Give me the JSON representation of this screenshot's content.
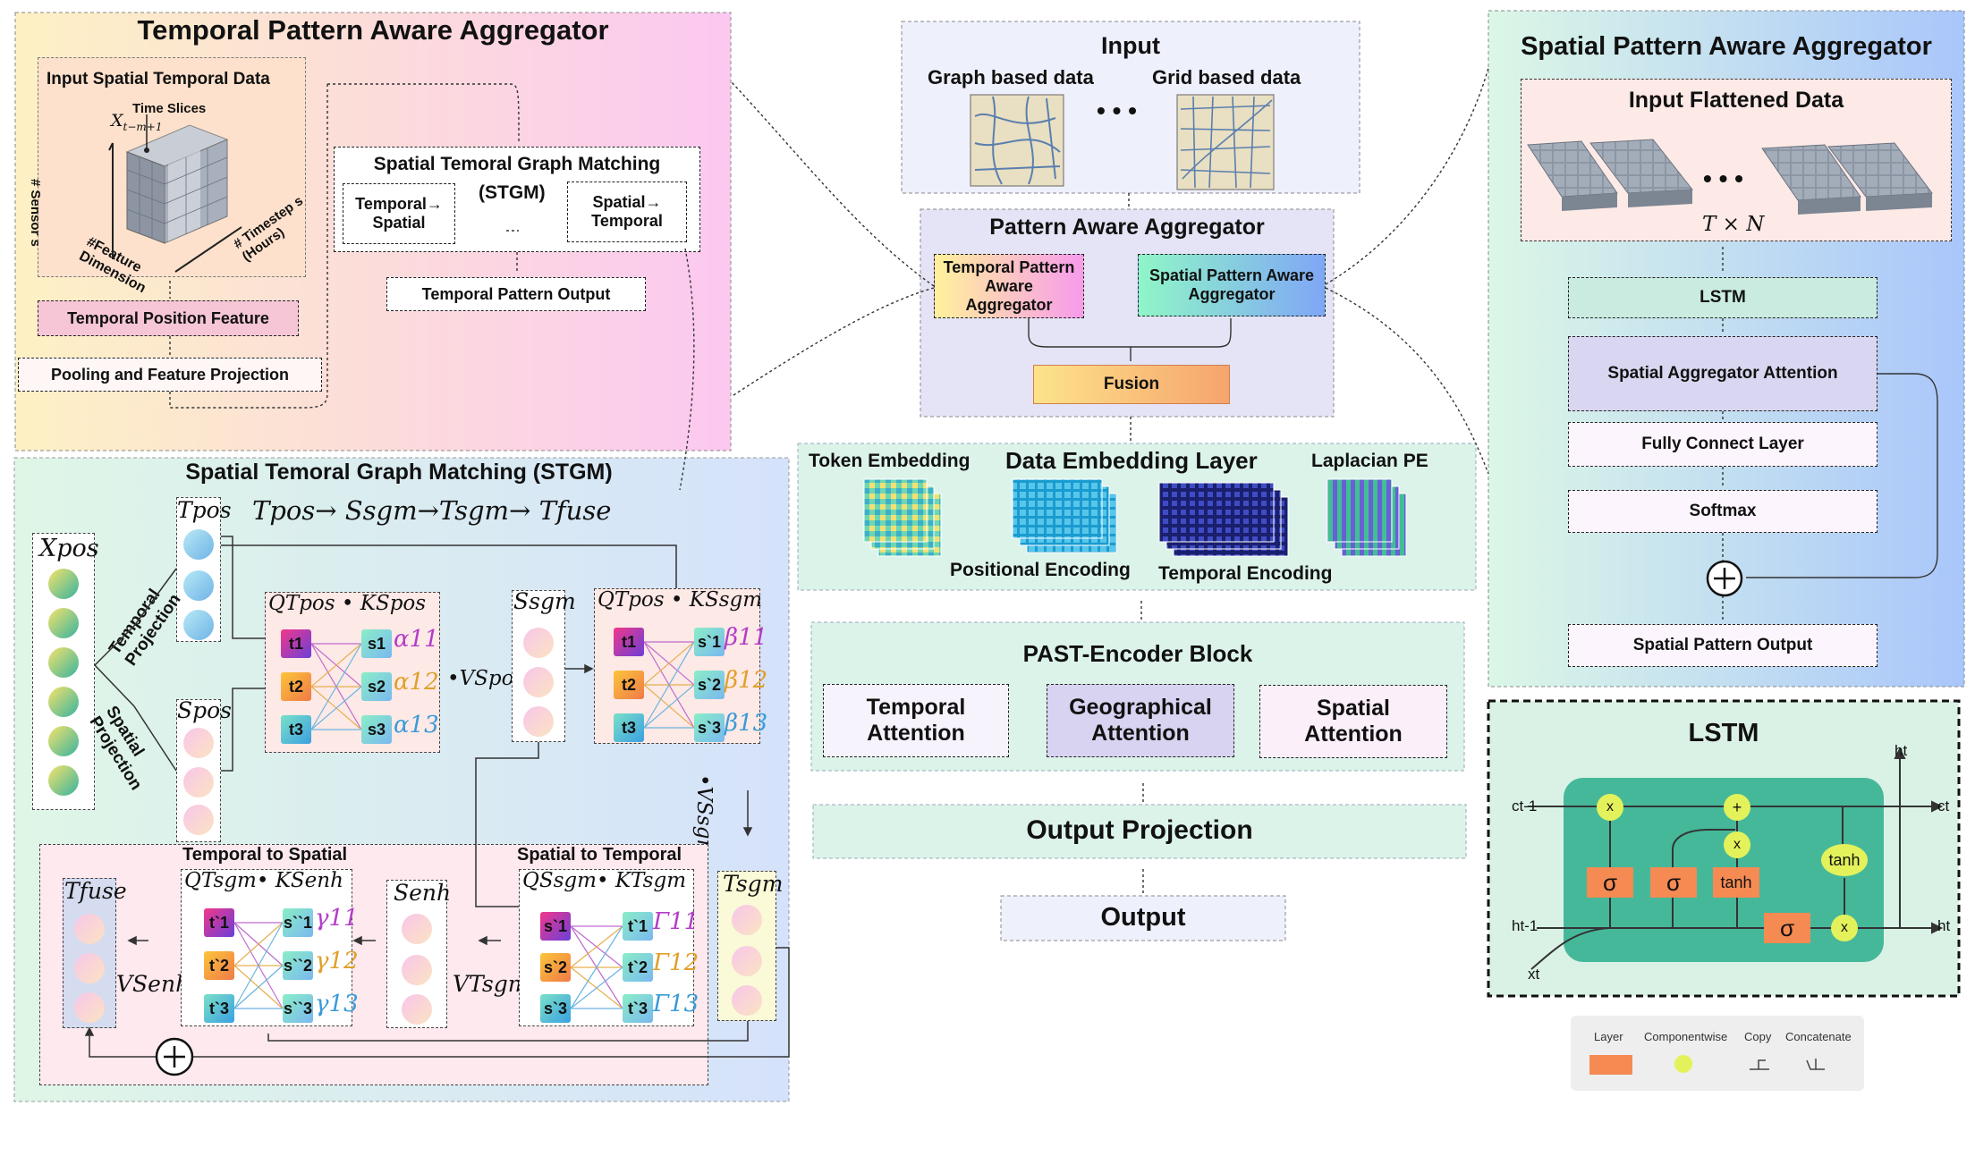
{
  "tpaa": {
    "title": "Temporal Pattern Aware Aggregator",
    "input_title": "Input Spatial Temporal Data",
    "time_slices": "Time Slices",
    "x_label": "X",
    "x_sub": "t−m+1",
    "sensors": "# Sensor s",
    "feature_dim": "#Feature Dimension",
    "timesteps": "# Timestep s (Hours)",
    "stgm_title": "Spatial Temoral Graph Matching",
    "stgm_abbr": "(STGM)",
    "t2s": "Temporal→ Spatial",
    "s2t": "Spatial→ Temporal",
    "output": "Temporal Pattern Output",
    "tpf": "Temporal Position Feature",
    "pooling": "Pooling and Feature Projection"
  },
  "stgm": {
    "title": "Spatial Temoral Graph Matching (STGM)",
    "flow": "Tpos→ Ssgm→Tsgm→ Tfuse",
    "xpos": "Xpos",
    "tpos": "Tpos",
    "spos": "Spos",
    "ssgm": "Ssgm",
    "tsgm": "Tsgm",
    "senh": "Senh",
    "tfuse": "Tfuse",
    "temporal_projection": "Temporal Projection",
    "spatial_projection": "Spatial Projection",
    "q_tpos_k_spos": "QTpos • KSpos",
    "q_tpos_k_ssgm": "QTpos • KSsgm",
    "q_tsgm_k_senh": "QTsgm• KSenh",
    "q_ssgm_k_tsgm": "QSsgm• KTsgm",
    "v_spos": "•VSpos",
    "v_ssgm": "•VSsgm",
    "v_tsgm": "VTsgm",
    "v_senh": "VSenh",
    "temporal_to_spatial": "Temporal to Spatial",
    "spatial_to_temporal": "Spatial to Temporal",
    "left_a": [
      "t1",
      "t2",
      "t3"
    ],
    "right_a": [
      "s1",
      "s2",
      "s3"
    ],
    "alphas": [
      "α11",
      "α12",
      "α13"
    ],
    "left_b": [
      "t1",
      "t2",
      "t3"
    ],
    "right_b": [
      "s`1",
      "s`2",
      "s`3"
    ],
    "betas": [
      "β11",
      "β12",
      "β13"
    ],
    "left_c": [
      "t`1",
      "t`2",
      "t`3"
    ],
    "right_c": [
      "s``1",
      "s``2",
      "s``3"
    ],
    "gammas": [
      "γ11",
      "γ12",
      "γ13"
    ],
    "left_d": [
      "s`1",
      "s`2",
      "s`3"
    ],
    "right_d": [
      "t`1",
      "t`2",
      "t`3"
    ],
    "Gammas": [
      "Γ11",
      "Γ12",
      "Γ13"
    ]
  },
  "center": {
    "input_title": "Input",
    "graph_data": "Graph based data",
    "grid_data": "Grid based data",
    "dots": "• • •",
    "paa_title": "Pattern Aware Aggregator",
    "tpaa": "Temporal Pattern Aware Aggregator",
    "spaa": "Spatial Pattern Aware Aggregator",
    "fusion": "Fusion",
    "token_embedding": "Token Embedding",
    "data_embedding": "Data Embedding Layer",
    "laplacian": "Laplacian PE",
    "positional": "Positional Encoding",
    "temporal_enc": "Temporal Encoding",
    "encoder_title": "PAST-Encoder Block",
    "temporal_att": "Temporal Attention",
    "geo_att": "Geographical Attention",
    "spatial_att": "Spatial Attention",
    "output_projection": "Output Projection",
    "output": "Output"
  },
  "spaa": {
    "title": "Spatial Pattern Aware Aggregator",
    "input_title": "Input Flattened Data",
    "dims": "T × N",
    "dots": "• • •",
    "lstm": "LSTM",
    "attention": "Spatial Aggregator Attention",
    "fc": "Fully Connect Layer",
    "softmax": "Softmax",
    "plus": "+",
    "output": "Spatial Pattern Output"
  },
  "lstm": {
    "title": "LSTM",
    "c_prev": "ct-1",
    "c_next": "ct",
    "h_prev": "ht-1",
    "h_next": "ht",
    "h_top": "ht",
    "x_in": "xt",
    "sigma": "σ",
    "tanh": "tanh",
    "times": "x",
    "plus": "+"
  },
  "legend": {
    "layer": "Layer",
    "componentwise": "Componentwise",
    "copy": "Copy",
    "concatenate": "Concatenate"
  },
  "colors": {
    "layer": "#f58a53",
    "componentwise": "#e3f25a",
    "lstm_cell": "#46b89a",
    "fusion_a": "#fde38a",
    "fusion_b": "#f6a46e"
  }
}
